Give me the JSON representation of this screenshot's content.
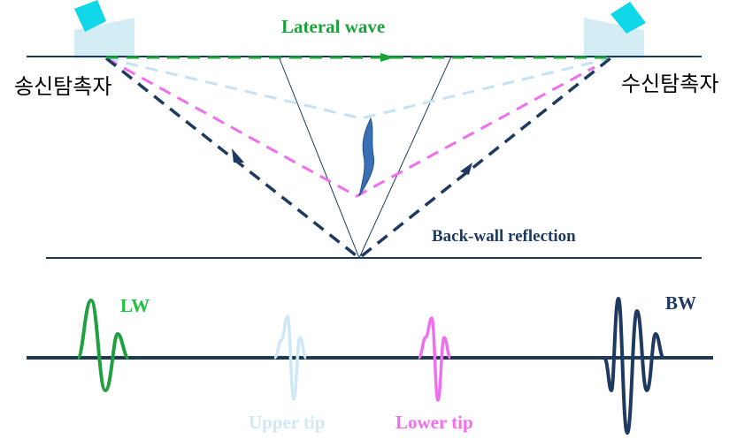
{
  "labels": {
    "lateral_wave": "Lateral wave",
    "transmitter": "송신탐촉자",
    "receiver": "수신탐촉자",
    "back_wall": "Back-wall reflection",
    "lw": "LW",
    "bw": "BW",
    "upper_tip": "Upper tip",
    "lower_tip": "Lower tip"
  },
  "colors": {
    "lateral": "#1aa33a",
    "lw_signal": "#20a040",
    "upper_tip": "#cfe8f8",
    "upper_path": "#c6e2f5",
    "lower_tip": "#f06ef0",
    "lower_path": "#f06ef0",
    "back_wall": "#1f3a60",
    "probe_body": "#d4ecf4",
    "probe_crystal": "#11d8e8",
    "surface": "#1f3a55"
  },
  "icons": {
    "transmitter_probe": "probe-icon",
    "receiver_probe": "probe-icon",
    "defect": "crack-icon"
  }
}
